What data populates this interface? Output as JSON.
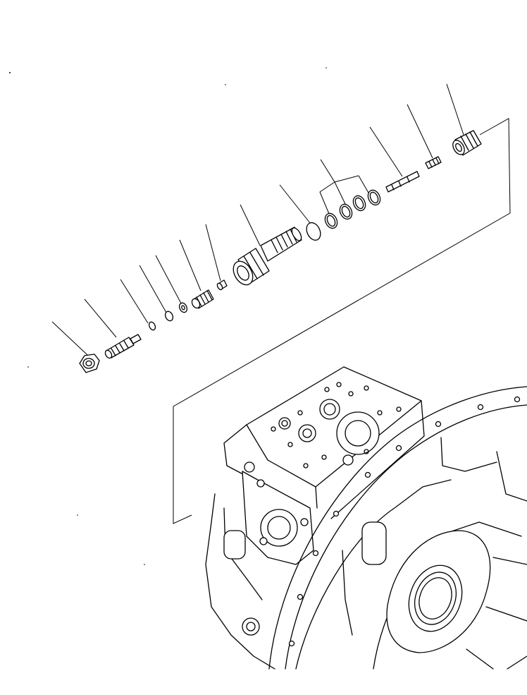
{
  "diagram": {
    "type": "exploded-parts-view",
    "line_color": "#000000",
    "background_color": "#ffffff",
    "callouts": [],
    "parts": [
      {
        "name": "lock-nut"
      },
      {
        "name": "adjust-screw"
      },
      {
        "name": "o-ring-small"
      },
      {
        "name": "backup-ring-small"
      },
      {
        "name": "seal-ring"
      },
      {
        "name": "spring"
      },
      {
        "name": "poppet"
      },
      {
        "name": "valve-body"
      },
      {
        "name": "o-ring-large"
      },
      {
        "name": "ring-set"
      },
      {
        "name": "spool"
      },
      {
        "name": "small-spring"
      },
      {
        "name": "plug"
      }
    ]
  }
}
